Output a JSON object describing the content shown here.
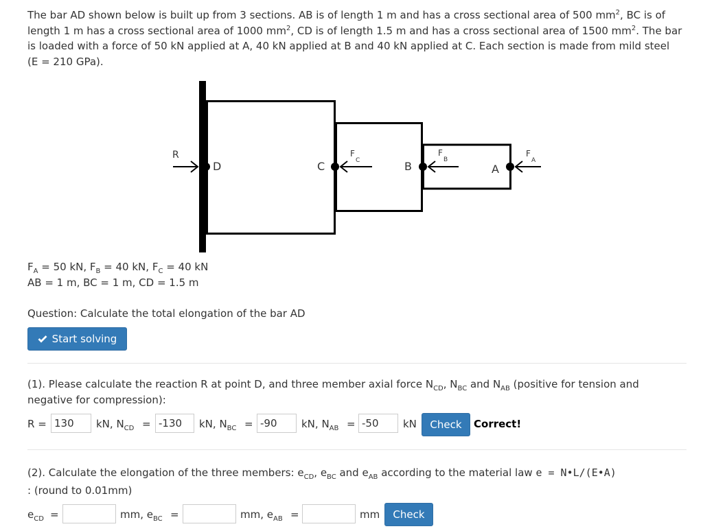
{
  "intro": {
    "s1": "The bar AD shown below is built up from 3 sections. AB is of length 1 m and has a cross sectional area of 500 mm",
    "s2": "2",
    "s3": ", BC is of length 1 m has a cross sectional area of 1000 mm",
    "s4": "2",
    "s5": ", CD is of length 1.5 m and has a cross sectional area of 1500 mm",
    "s6": "2",
    "s7": ". The bar is loaded with a force of 50 kN applied at A, 40 kN applied at B and 40 kN applied at C. Each section is made from mild steel (E = 210 GPa)."
  },
  "diagram": {
    "R": "R",
    "D": "D",
    "C": "C",
    "B": "B",
    "A": "A",
    "F": "F",
    "sub_A": "A",
    "sub_B": "B",
    "sub_C": "C"
  },
  "given": {
    "fa": "F",
    "fa_sub": "A",
    "fa_val": " = 50 kN, ",
    "fb": "F",
    "fb_sub": "B",
    "fb_val": " = 40 kN, ",
    "fc": "F",
    "fc_sub": "C",
    "fc_val": " = 40 kN",
    "lengths": "AB = 1 m, BC = 1 m, CD = 1.5 m"
  },
  "question": "Question: Calculate the total elongation of the bar AD",
  "start_button": {
    "icon": "check-icon",
    "label": "Start solving"
  },
  "part1": {
    "t1": "(1). Please calculate the reaction R at point D, and three member axial force N",
    "s1": "CD",
    "t2": ", N",
    "s2": "BC",
    "t3": " and N",
    "s3": "AB",
    "t4": " (positive for tension and negative for compression):",
    "r_label": "R =",
    "r_value": "130",
    "ncd_pre": "kN, N",
    "ncd_sub": "CD",
    "ncd_eq": "=",
    "ncd_value": "-130",
    "nbc_pre": "kN, N",
    "nbc_sub": "BC",
    "nbc_eq": "=",
    "nbc_value": "-90",
    "nab_pre": "kN, N",
    "nab_sub": "AB",
    "nab_eq": "=",
    "nab_value": "-50",
    "unit": "kN",
    "check_label": "Check",
    "result": "Correct!"
  },
  "part2": {
    "t1": "(2). Calculate the elongation of the three members: e",
    "s1": "CD",
    "t2": ", e",
    "s2": "BC",
    "t3": " and e",
    "s3": "AB",
    "t4": " according to the material law ",
    "formula": "e = N•L/(E•A)",
    "t5": ": (round to 0.01mm)",
    "ecd_pre": "e",
    "ecd_sub": "CD",
    "ecd_eq": "=",
    "ecd_value": "",
    "ebc_pre": "mm, e",
    "ebc_sub": "BC",
    "ebc_eq": "=",
    "ebc_value": "",
    "eab_pre": "mm, e",
    "eab_sub": "AB",
    "eab_eq": "=",
    "eab_value": "",
    "unit": "mm",
    "check_label": "Check"
  }
}
